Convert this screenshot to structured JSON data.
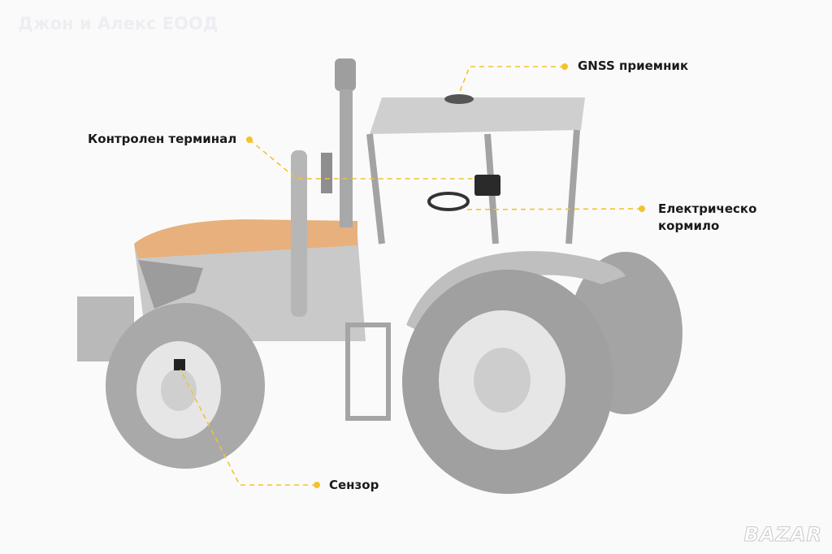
{
  "watermark": "Джон и Алекс ЕООД",
  "logo": "BAZAR",
  "colors": {
    "accent": "#f2c230",
    "body": "#d4d4d4",
    "hood": "#e8b07c",
    "tire": "#a9a9a9"
  },
  "labels": {
    "gnss": "GNSS приемник",
    "terminal": "Контролен терминал",
    "steering_line1": "Електрическо",
    "steering_line2": "кормило",
    "sensor": "Сензор"
  }
}
